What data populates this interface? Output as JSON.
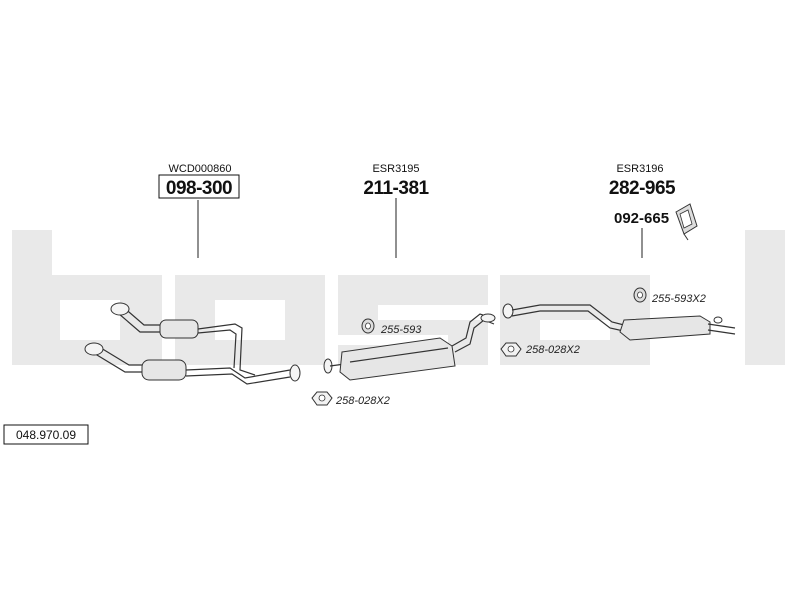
{
  "diagram_number": "048.970.09",
  "logo_text": "bosal",
  "groups": [
    {
      "code": "WCD000860",
      "part": "098-300",
      "boxed": true
    },
    {
      "code": "ESR3195",
      "part": "211-381",
      "boxed": false
    },
    {
      "code": "ESR3196",
      "part": "282-965",
      "boxed": false
    }
  ],
  "accessory_part": "092-665",
  "small_parts": [
    {
      "label": "255-593"
    },
    {
      "label": "258-028X2"
    },
    {
      "label": "258-028X2"
    },
    {
      "label": "255-593X2"
    }
  ],
  "colors": {
    "logo_watermark": "#e9e9e9",
    "line": "#333333"
  }
}
